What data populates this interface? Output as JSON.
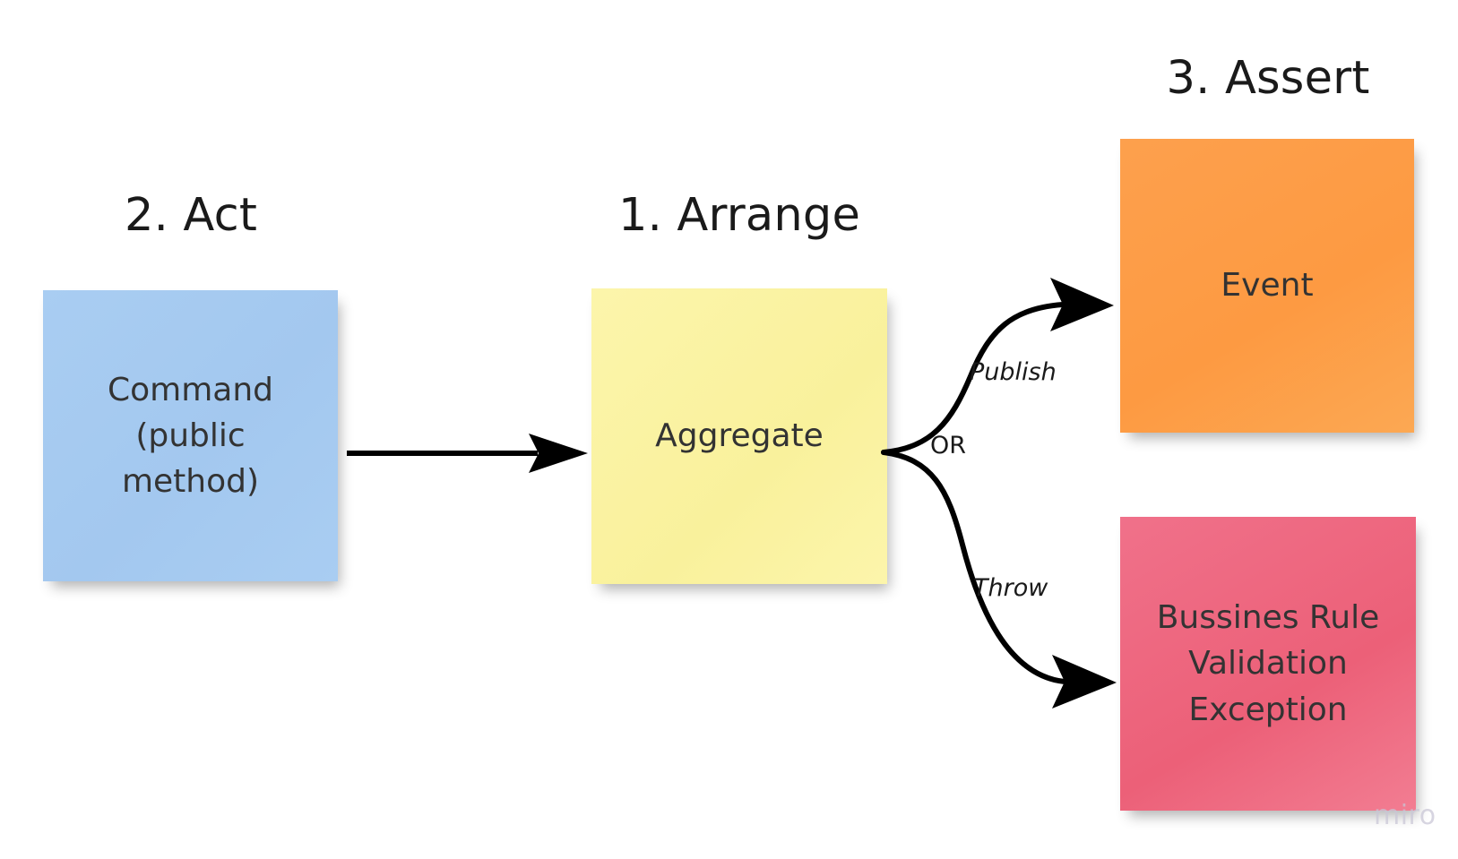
{
  "board": {
    "background_color": "#ffffff",
    "watermark": "miro"
  },
  "headings": {
    "act": "2. Act",
    "arrange": "1. Arrange",
    "assert": "3. Assert"
  },
  "notes": [
    {
      "id": "command",
      "text": "Command (public method)",
      "lines": [
        "Command",
        "(public",
        "method)"
      ],
      "color": "#a6cbf1",
      "heading": "2. Act"
    },
    {
      "id": "aggregate",
      "text": "Aggregate",
      "lines": [
        "Aggregate"
      ],
      "color": "#fbf3a4",
      "heading": "1. Arrange"
    },
    {
      "id": "event",
      "text": "Event",
      "lines": [
        "Event"
      ],
      "color": "#fd9f4a",
      "heading": "3. Assert"
    },
    {
      "id": "exception",
      "text": "Bussines Rule Validation Exception",
      "lines": [
        "Bussines Rule",
        "Validation",
        "Exception"
      ],
      "color": "#ef6b82",
      "heading": "3. Assert"
    }
  ],
  "connectors": [
    {
      "id": "command-to-aggregate",
      "from": "command",
      "to": "aggregate",
      "label": "",
      "style": "straight",
      "color": "#000000"
    },
    {
      "id": "aggregate-to-event",
      "from": "aggregate",
      "to": "event",
      "label": "Publish",
      "style": "curved",
      "color": "#000000"
    },
    {
      "id": "aggregate-to-exception",
      "from": "aggregate",
      "to": "exception",
      "label": "Throw",
      "style": "curved",
      "color": "#000000"
    }
  ],
  "labels": {
    "publish": "Publish",
    "or": "OR",
    "throw": "Throw"
  }
}
